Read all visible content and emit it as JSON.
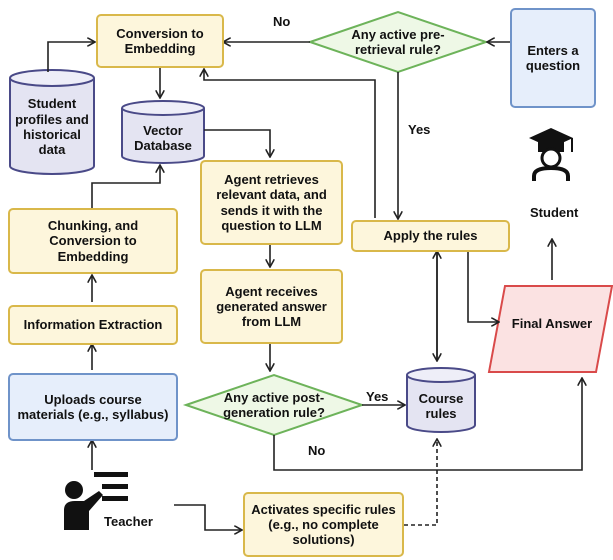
{
  "nodes": {
    "conversion_embedding": "Conversion to Embedding",
    "pre_retrieval_question": "Any active pre-retrieval rule?",
    "enters_question": "Enters a question",
    "student_profiles": "Student profiles and historical data",
    "vector_database": "Vector Database",
    "agent_retrieves": "Agent retrieves relevant data, and sends it with the question to LLM",
    "apply_rules": "Apply the rules",
    "chunking": "Chunking, and Conversion to Embedding",
    "agent_receives": "Agent receives generated answer from LLM",
    "information_extraction": "Information Extraction",
    "final_answer": "Final Answer",
    "post_generation_question": "Any active post-generation rule?",
    "course_rules": "Course rules",
    "uploads_materials": "Uploads course materials (e.g., syllabus)",
    "activates_rules": "Activates specific rules (e.g., no complete solutions)"
  },
  "actors": {
    "student": "Student",
    "teacher": "Teacher"
  },
  "edge_labels": {
    "no_top": "No",
    "yes_top": "Yes",
    "yes_bottom": "Yes",
    "no_bottom": "No"
  },
  "icons": {
    "student": "graduation-cap-student-icon",
    "teacher": "teacher-at-board-icon"
  },
  "colors": {
    "process_fill": "#fdf6dc",
    "process_border": "#d9b84a",
    "actor_fill": "#e6eefb",
    "actor_border": "#6f93c9",
    "decision_fill": "#eef8e6",
    "decision_border": "#6db35a",
    "database_fill": "#e4e4f2",
    "database_border": "#4a4a88",
    "final_fill": "#fbe2e2",
    "final_border": "#d94a4a"
  }
}
